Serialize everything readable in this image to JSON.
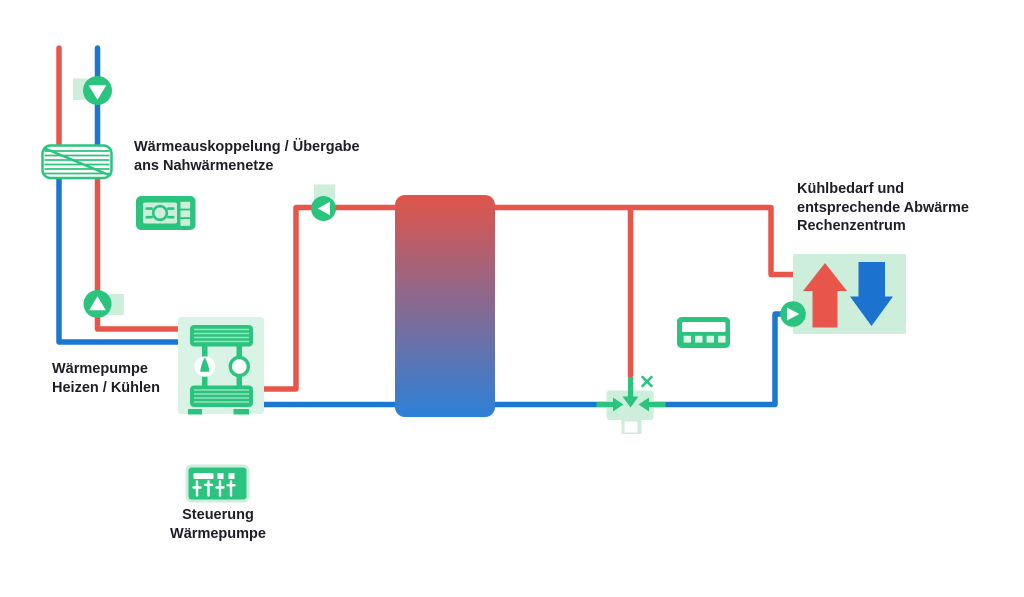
{
  "title": "Heat pump district heating and data center waste heat schematic",
  "labels": {
    "heat_extraction": {
      "lines": [
        "Wärmeauskoppelung / Übergabe",
        "ans Nahwärmenetze"
      ]
    },
    "heat_pump": {
      "lines": [
        "Wärmepumpe",
        "Heizen / Kühlen"
      ]
    },
    "control": {
      "lines": [
        "Steuerung",
        "Wärmepumpe"
      ]
    },
    "datacenter": {
      "lines": [
        "Kühlbedarf und",
        "entsprechende Abwärme",
        "Rechenzentrum"
      ]
    }
  },
  "colors": {
    "red": "#e8564b",
    "blue": "#1c77d2",
    "green": "#2bc47e",
    "light": "#cdeeda",
    "lighter": "#d9f3e6",
    "tank_top": "#e0544b",
    "tank_bottom": "#2d80d8",
    "arrow_red": "#e8564b",
    "arrow_blue": "#1b72cf",
    "text": "#1d1d27"
  },
  "icons": {
    "pump_down": "pump-icon-triangle-down",
    "pump_up": "pump-icon-triangle-up",
    "pump_left": "pump-icon-triangle-left",
    "pump_right": "pump-icon-triangle-right",
    "heat_exchanger": "heat-exchanger-icon",
    "heat_pump_unit": "heat-pump-unit-icon",
    "buffer_tank": "buffer-tank-icon",
    "mixing_valve": "mixing-valve-icon",
    "controller_display": "controller-display-icon",
    "controller_panel": "controller-panel-icon",
    "controller_faders": "controller-faders-icon",
    "heat_arrow": "red-arrow-up-icon",
    "cool_arrow": "blue-arrow-down-icon"
  }
}
